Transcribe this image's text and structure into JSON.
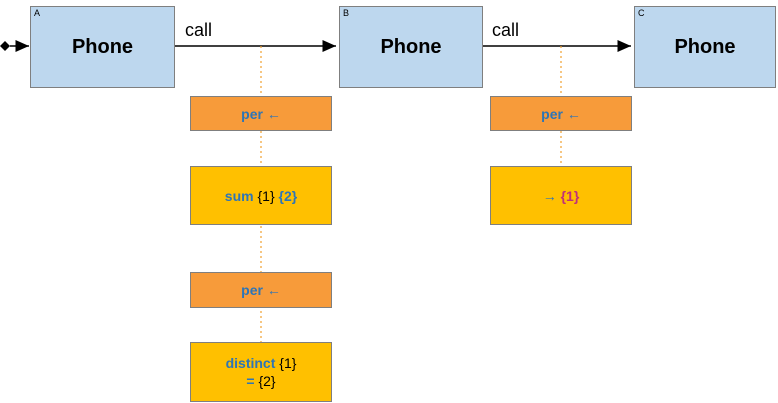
{
  "nodes": {
    "a": {
      "letter": "A",
      "title": "Phone"
    },
    "b": {
      "letter": "B",
      "title": "Phone"
    },
    "c": {
      "letter": "C",
      "title": "Phone"
    }
  },
  "edges": {
    "ab": {
      "label": "call"
    },
    "bc": {
      "label": "call"
    }
  },
  "boxes": {
    "a_per1": {
      "kw": "per",
      "arrow": "←"
    },
    "a_sum": {
      "kw": "sum",
      "arg1": "{1}",
      "arg2": "{2}"
    },
    "a_per2": {
      "kw": "per",
      "arrow": "←"
    },
    "a_distinct": {
      "kw": "distinct",
      "arg1": "{1}",
      "eq": "=",
      "arg2": "{2}"
    },
    "b_per": {
      "kw": "per",
      "arrow": "←"
    },
    "b_result": {
      "arrow": "→",
      "arg1": "{1}"
    }
  },
  "colors": {
    "node_fill": "#bdd7ee",
    "orange_box": "#f79b3a",
    "gold_box": "#ffc000",
    "keyword": "#2e75b6",
    "highlight": "#c0307a",
    "dotted_line": "#f0a030"
  }
}
